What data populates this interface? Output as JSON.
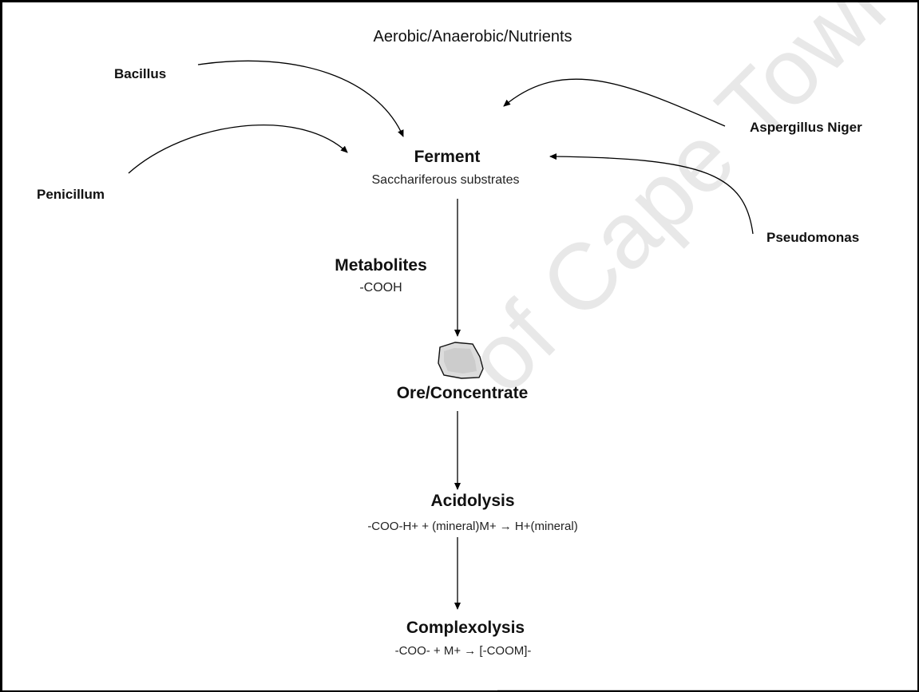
{
  "diagram": {
    "header": "Aerobic/Anaerobic/Nutrients",
    "organisms": {
      "bacillus": "Bacillus",
      "penicillum": "Penicillum",
      "aspergillus": "Aspergillus Niger",
      "pseudomonas": "Pseudomonas"
    },
    "ferment": {
      "title": "Ferment",
      "subtitle": "Sacchariferous substrates"
    },
    "metabolites": {
      "title": "Metabolites",
      "formula": "-COOH"
    },
    "ore": {
      "title": "Ore/Concentrate"
    },
    "acidolysis": {
      "title": "Acidolysis",
      "equation": "-COO-H+ + (mineral)M+ → H+(mineral)"
    },
    "complexolysis": {
      "title": "Complexolysis",
      "equation": "-COO- + M+ → [-COOM]-"
    },
    "watermark": "of Cape Town"
  }
}
